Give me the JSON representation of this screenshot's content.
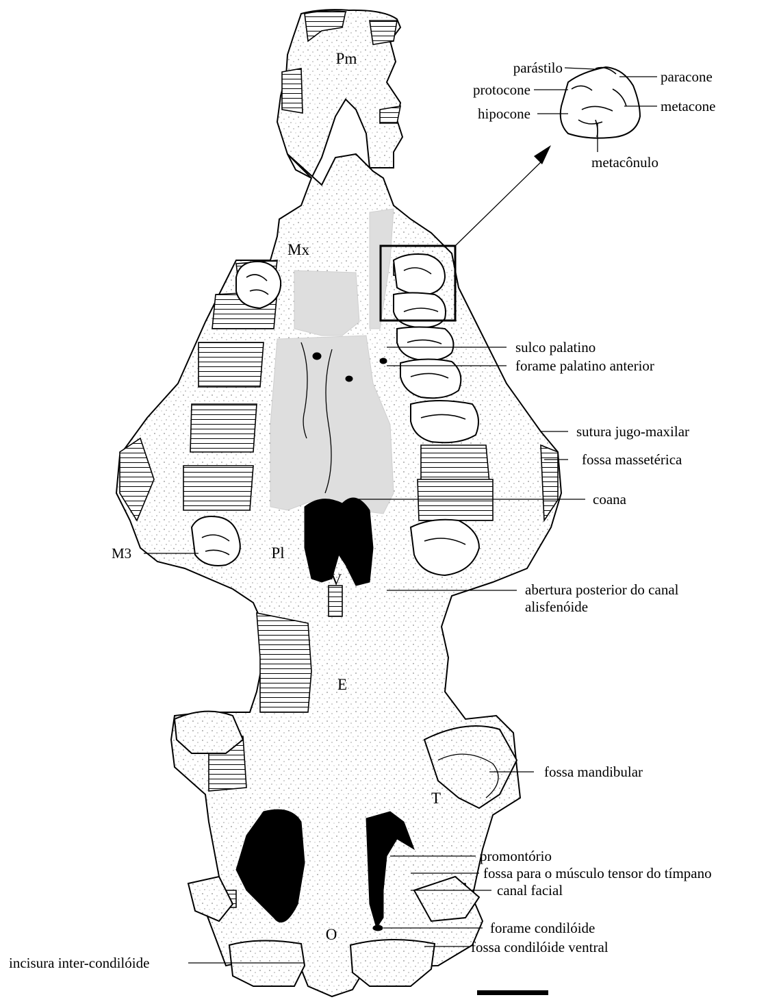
{
  "figure": {
    "region_labels": {
      "premaxilla": "Pm",
      "maxilla": "Mx",
      "palatine": "Pl",
      "vomer": "V",
      "sphenoid": "E",
      "temporal": "T",
      "occipital": "O",
      "third_molar": "M3"
    },
    "inset_labels": {
      "parastyle": "parástilo",
      "paracone": "paracone",
      "protocone": "protocone",
      "metacone": "metacone",
      "hypocone": "hipocone",
      "metaconule": "metacônulo"
    },
    "side_labels": {
      "palatine_sulcus": "sulco palatino",
      "anterior_palatine_foramen": "forame palatino anterior",
      "jugomaxillary_suture": "sutura jugo-maxilar",
      "masseteric_fossa": "fossa massetérica",
      "choana": "coana",
      "alisphenoid_canal_line1": "abertura posterior do canal",
      "alisphenoid_canal_line2": "alisfenóide",
      "mandibular_fossa": "fossa mandibular",
      "promontory": "promontório",
      "tensor_tympani_fossa": "fossa para o músculo tensor do tímpano",
      "facial_canal": "canal facial",
      "condyloid_foramen": "forame condilóide",
      "ventral_condyloid_fossa": "fossa condilóide ventral",
      "intercondyloid_notch": "incisura inter-condilóide"
    },
    "colors": {
      "ink": "#000000",
      "paper": "#ffffff",
      "damaged_bone_gray": "#dedede"
    }
  }
}
